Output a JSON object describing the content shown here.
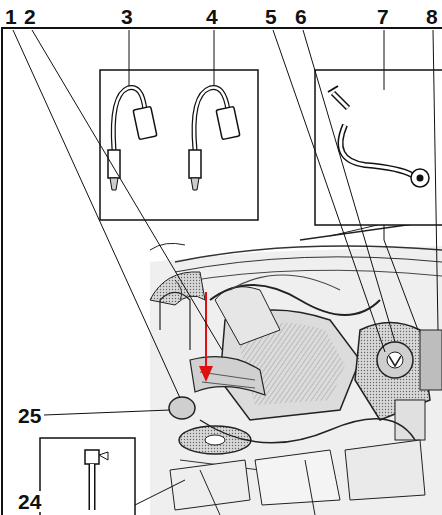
{
  "diagram": {
    "labels": [
      "1",
      "2",
      "3",
      "4",
      "5",
      "6",
      "7",
      "8",
      "25",
      "24"
    ]
  }
}
